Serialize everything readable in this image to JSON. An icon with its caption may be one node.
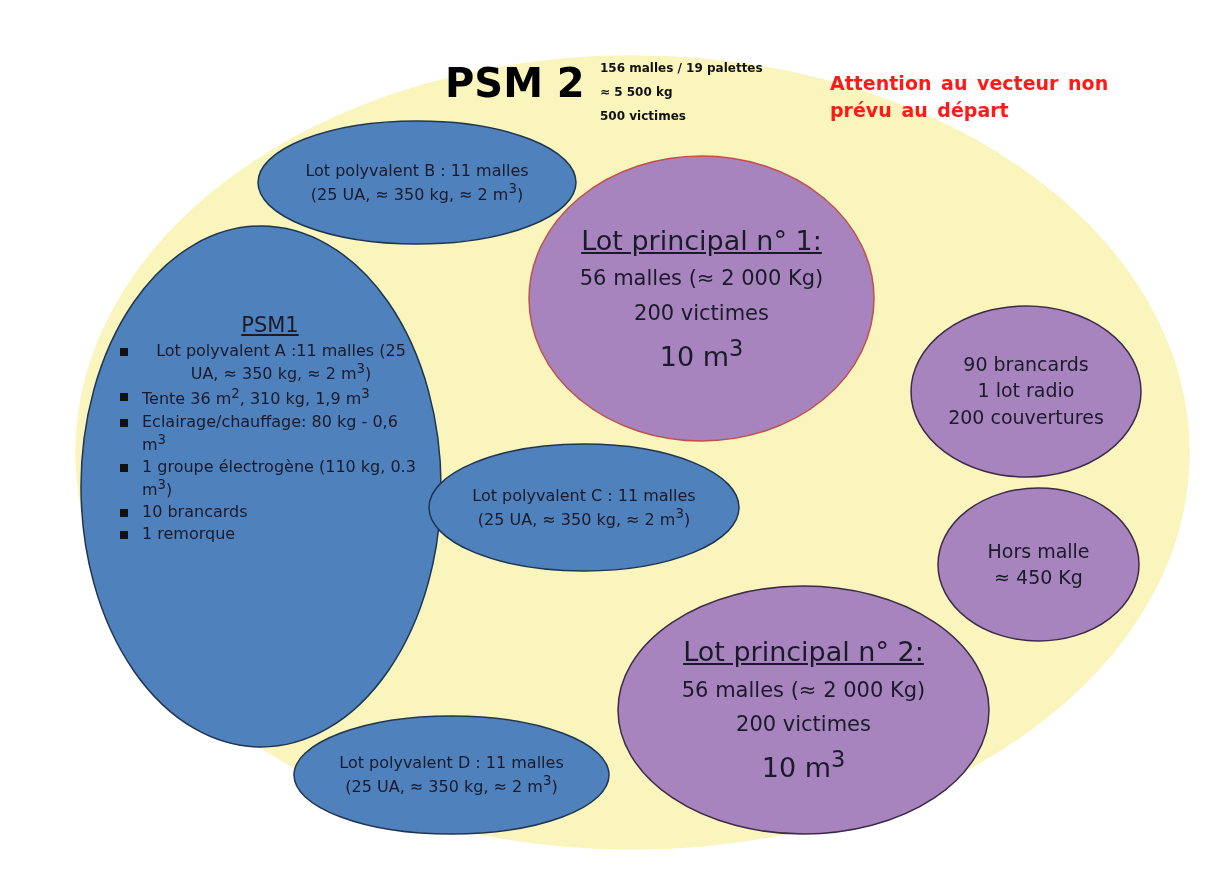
{
  "diagram": {
    "nodes": [
      {
        "text": [
          "PSM 2",
          "156 malles / 19 palettes",
          "≈ 5 500 kg",
          "500 victimes"
        ]
      },
      {
        "text": [
          "Lot polyvalent B : 11 malles (25 UA, ≈ 350 kg, ≈ 2 m$^{3}$)"
        ],
        "in": 0
      },
      {
        "text": [
          "PSM1",
          "Lot polyvalent A :11 malles (25 UA, ≈ 350 kg, ≈ 2 m$^{3}$)",
          "Tente 36 m$^{2}$, 310 kg, 1,9 m$^{3}$",
          "Eclairage/chauffage: 80 kg - 0,6 m$^{3}$",
          "1 groupe électrogène (110 kg, 0.3 m$^{3}$)",
          "10 brancards",
          "1 remorque"
        ],
        "in": 0
      },
      {
        "text": [
          "Lot principal n° 1:",
          "56 malles (≈ 2 000 Kg)",
          "200 victimes",
          "10 m$^{3}$"
        ],
        "in": 0
      },
      {
        "text": [
          "90 brancards",
          "1 lot radio",
          "200 couvertures"
        ],
        "in": 0
      },
      {
        "text": [
          "Lot polyvalent C : 11 malles (25 UA, ≈ 350 kg, ≈ 2 m$^{3}$)"
        ],
        "in": 0
      },
      {
        "text": [
          "Hors malle",
          "≈ 450 Kg"
        ],
        "in": 0
      },
      {
        "text": [
          "Lot principal n° 2:",
          "56 malles (≈ 2 000 Kg)",
          "200 victimes",
          "10 m$^{3}$"
        ],
        "in": 0
      },
      {
        "text": [
          "Lot polyvalent D : 11 malles (25 UA, ≈ 350 kg, ≈ 2 m$^{3}$)"
        ],
        "in": 0
      }
    ],
    "edges": [],
    "labels": [
      "Attention au vecteur non prévu au départ"
    ]
  }
}
